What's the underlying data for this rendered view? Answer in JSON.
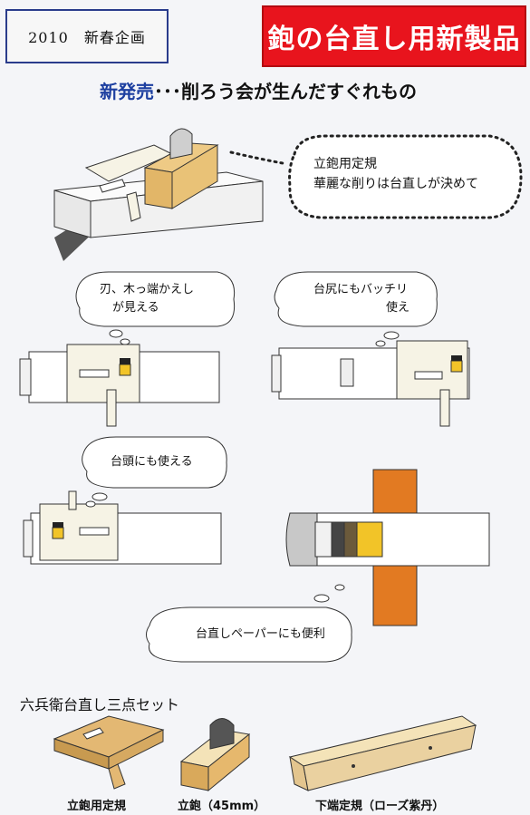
{
  "header": {
    "edition": "2010　新春企画",
    "title": "鉋の台直し用新製品"
  },
  "subtitle": {
    "new_label": "新発売",
    "rest": "･･･削ろう会が生んだすぐれもの"
  },
  "callouts": {
    "main_line1": "立鉋用定規",
    "main_line2": "華麗な削りは台直しが決めて",
    "blade_line1": "刃、木っ端かえし",
    "blade_line2": "が見える",
    "tail_line1": "台尻にもバッチリ",
    "tail_line2": "使え",
    "head": "台頭にも使える",
    "paper": "台直しペーパーにも便利"
  },
  "set": {
    "title": "六兵衛台直し三点セット",
    "items": [
      "立鉋用定規",
      "立鉋（45mm）",
      "下端定規（ローズ紫丹）"
    ]
  },
  "colors": {
    "title_red": "#e8141d",
    "border_blue": "#2a3c8c",
    "accent_blue": "#1d3fa0",
    "rosewood_orange": "#e27a22",
    "wood_tan": "#e3b873",
    "plane_cream": "#f7f3e6"
  }
}
